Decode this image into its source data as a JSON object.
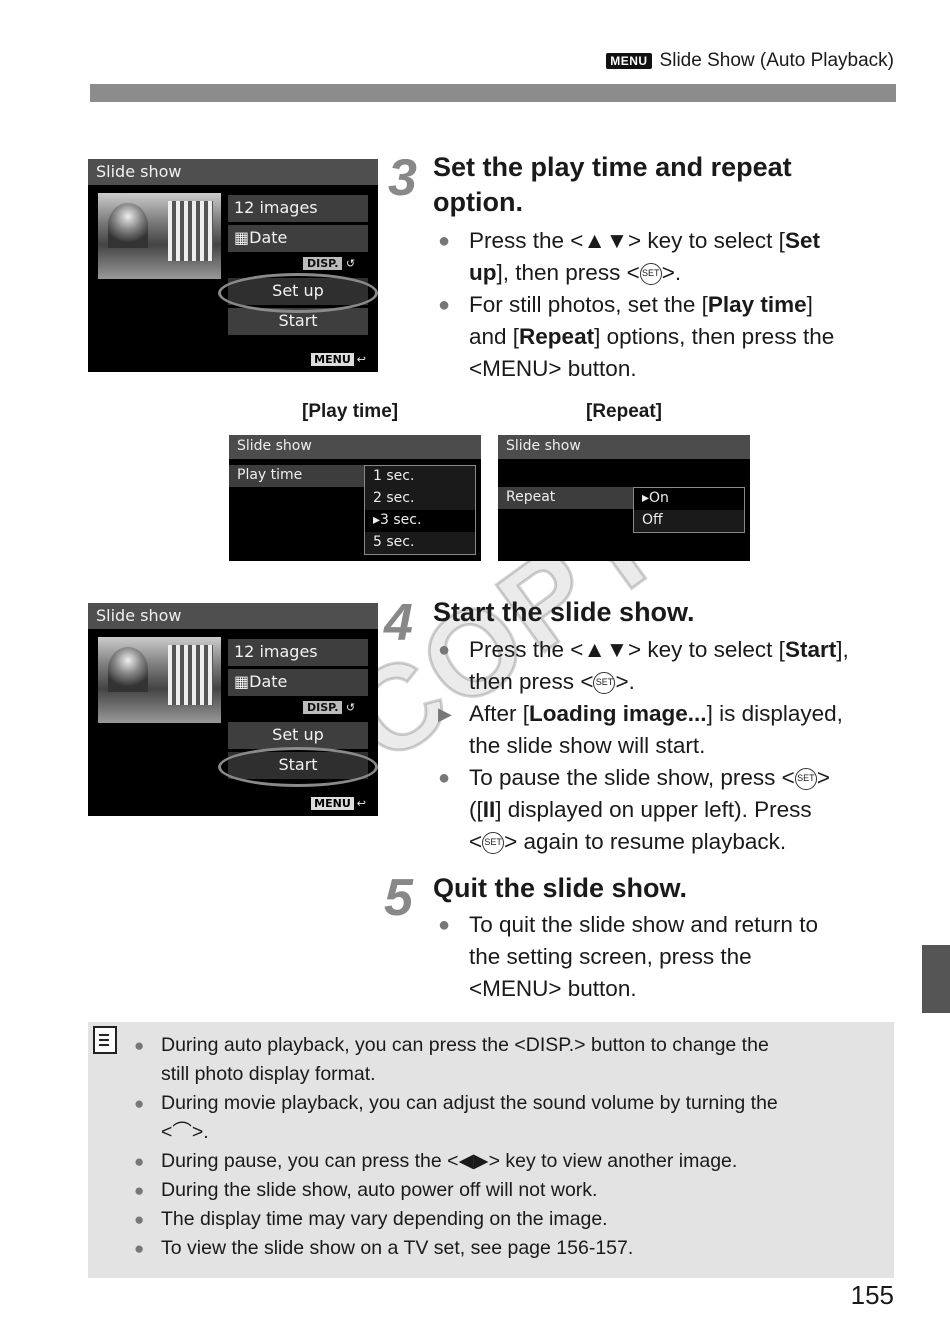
{
  "header": {
    "menu_badge": "MENU",
    "title": "Slide Show (Auto Playback)"
  },
  "screen_top": {
    "title": "Slide show",
    "options": [
      "12 images",
      "Date",
      "Set up",
      "Start"
    ],
    "disp_label": "DISP.",
    "menu_label": "MENU",
    "highlighted": "Set up"
  },
  "step3": {
    "number": "3",
    "title_line1": "Set the play time and repeat",
    "title_line2": "option.",
    "b1_a": "Press the <",
    "b1_keys": "▲▼",
    "b1_b": "> key to select [",
    "b1_bold": "Set",
    "b1_bold2": "up",
    "b1_c": "], then press <",
    "b1_set": "SET",
    "b1_d": ">.",
    "b2_a": "For still photos, set the [",
    "b2_bold1": "Play time",
    "b2_b": "]",
    "b2_c": "and [",
    "b2_bold2": "Repeat",
    "b2_d": "] options, then press the",
    "b2_e": "<MENU> button."
  },
  "captions": {
    "play_time": "[Play time]",
    "repeat": "[Repeat]"
  },
  "screen_play_time": {
    "title": "Slide show",
    "label": "Play time",
    "values": [
      "1 sec.",
      "2 sec.",
      "3 sec.",
      "5 sec."
    ],
    "selected_index": 2
  },
  "screen_repeat": {
    "title": "Slide show",
    "label": "Repeat",
    "values": [
      "On",
      "Off"
    ],
    "selected_index": 0
  },
  "screen_bottom": {
    "title": "Slide show",
    "options": [
      "12 images",
      "Date",
      "Set up",
      "Start"
    ],
    "disp_label": "DISP.",
    "menu_label": "MENU",
    "highlighted": "Start"
  },
  "step4": {
    "number": "4",
    "title": "Start the slide show.",
    "b1_a": "Press the <",
    "b1_keys": "▲▼",
    "b1_b": "> key to select [",
    "b1_bold": "Start",
    "b1_c": "],",
    "b1_d": "then press <",
    "b1_set": "SET",
    "b1_e": ">.",
    "b2_a": "After [",
    "b2_bold": "Loading image...",
    "b2_b": "] is displayed,",
    "b2_c": "the slide show will start.",
    "b3_a": "To pause the slide show, press <",
    "b3_set": "SET",
    "b3_b": ">",
    "b3_c": "([",
    "b3_pause": "II",
    "b3_d": "] displayed on upper left). Press",
    "b3_e": "<",
    "b3_set2": "SET",
    "b3_f": "> again to resume playback."
  },
  "step5": {
    "number": "5",
    "title": "Quit the slide show.",
    "b1_a": "To quit the slide show and return to",
    "b1_b": "the setting screen, press the",
    "b1_c": "<MENU> button."
  },
  "notes": {
    "n1_a": "During auto playback, you can press the <DISP.> button to change the",
    "n1_b": "still photo display format.",
    "n2_a": "During movie playback, you can adjust the sound volume by turning the",
    "n2_b": "<",
    "n2_dial": "⌒",
    "n2_c": ">.",
    "n3_a": "During pause, you can press the <",
    "n3_keys": "◀▶",
    "n3_b": "> key to view another image.",
    "n4": "During the slide show, auto power off will not work.",
    "n5": "The display time may vary depending on the image.",
    "n6": "To view the slide show on a TV set, see page 156-157."
  },
  "watermark": "COPY",
  "page_number": "155"
}
